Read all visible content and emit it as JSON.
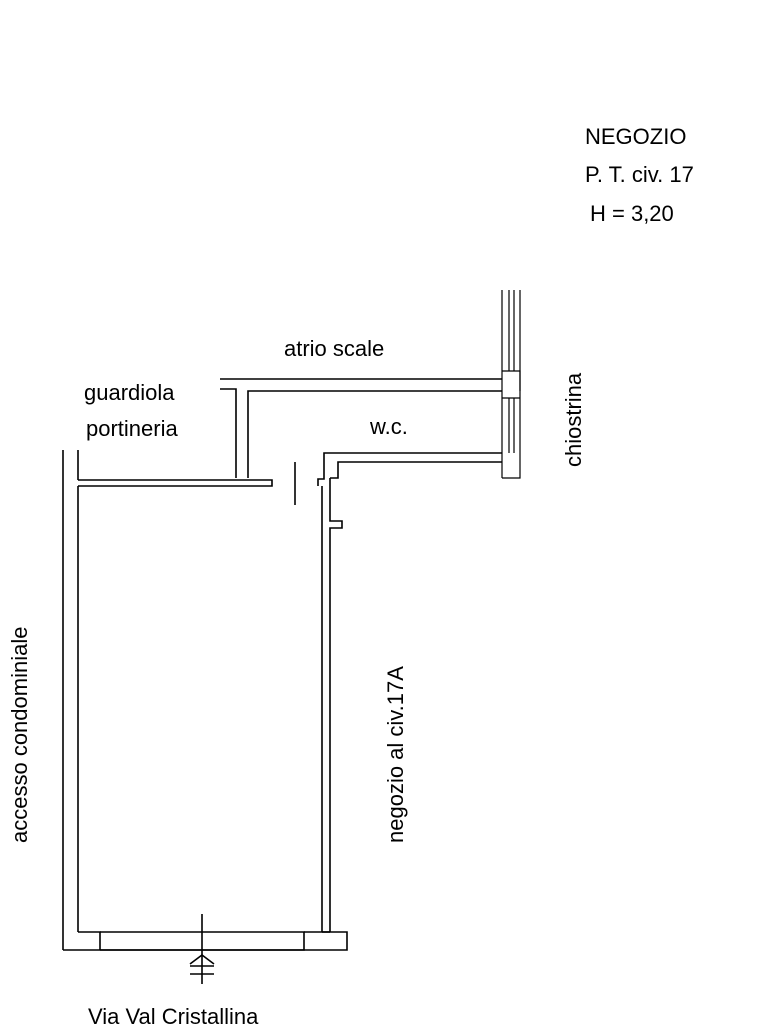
{
  "title_block": {
    "line1": "NEGOZIO",
    "line2": "P. T. civ. 17",
    "line3": "H = 3,20"
  },
  "rooms": {
    "atrio": "atrio scale",
    "guardiola_1": "guardiola",
    "guardiola_2": "portineria",
    "wc": "w.c.",
    "chiostrina": "chiostrina",
    "accesso": "accesso condominiale",
    "negozio_adiacente": "negozio al civ.17A",
    "strada": "Via Val Cristallina"
  },
  "colors": {
    "lines": "#000000",
    "background": "#ffffff"
  }
}
